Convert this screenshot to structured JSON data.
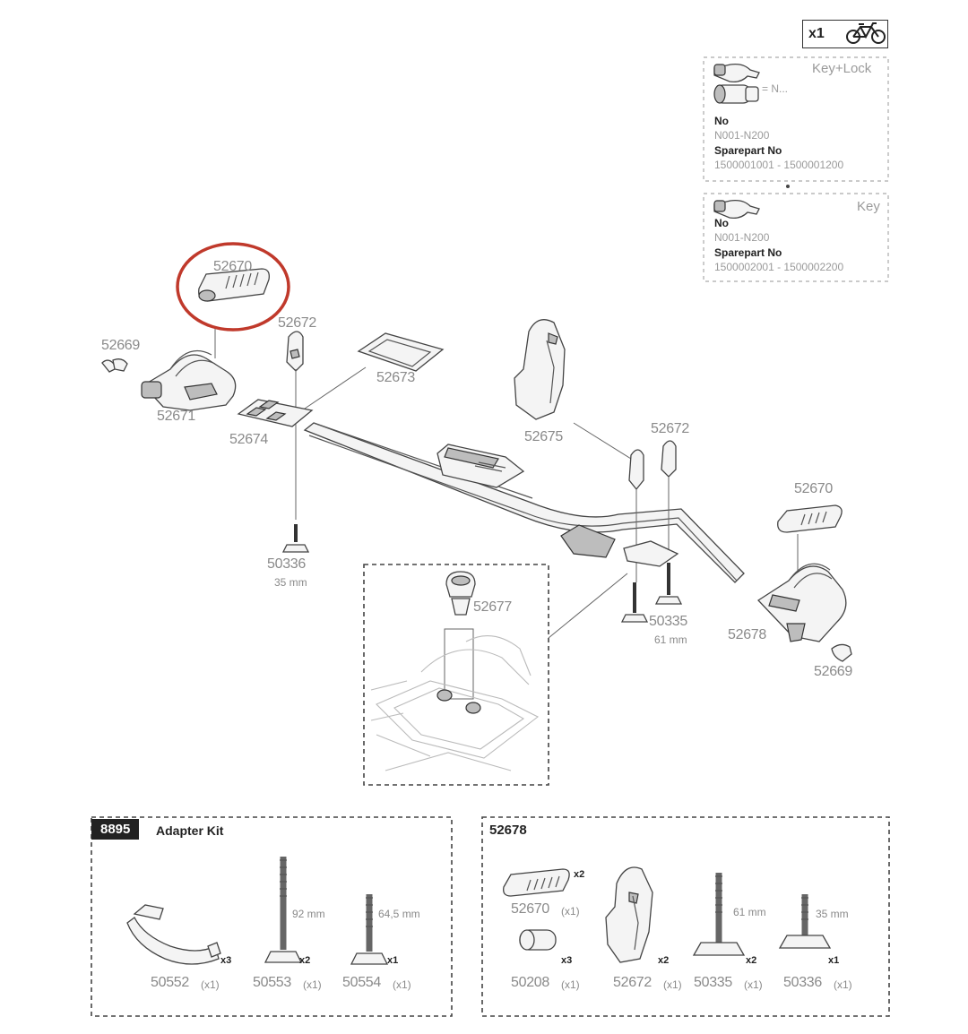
{
  "top_badge": {
    "qty": "x1",
    "icon": "bicycle-icon"
  },
  "key_lock_panel": {
    "title": "Key+Lock",
    "eq_text": "= N...",
    "no_label": "No",
    "no_value": "N001-N200",
    "spare_label": "Sparepart No",
    "spare_value": "1500001001 - 1500001200"
  },
  "key_panel": {
    "title": "Key",
    "no_label": "No",
    "no_value": "N001-N200",
    "spare_label": "Sparepart No",
    "spare_value": "1500002001 - 1500002200"
  },
  "parts": {
    "p52670_top": "52670",
    "p52672_a": "52672",
    "p52669_a": "52669",
    "p52673": "52673",
    "p52671": "52671",
    "p52674": "52674",
    "p52675": "52675",
    "p52672_b": "52672",
    "p52670_b": "52670",
    "p50336": "50336",
    "p50336_dim": "35 mm",
    "p52677": "52677",
    "p50335": "50335",
    "p50335_dim": "61 mm",
    "p52678": "52678",
    "p52669_b": "52669"
  },
  "adapter_kit": {
    "number": "8895",
    "title": "Adapter Kit",
    "items": [
      {
        "code": "50552",
        "suffix": "(x1)",
        "qty": "x3"
      },
      {
        "code": "50553",
        "suffix": "(x1)",
        "qty": "x2",
        "dim": "92 mm"
      },
      {
        "code": "50554",
        "suffix": "(x1)",
        "qty": "x1",
        "dim": "64,5 mm"
      }
    ]
  },
  "kit_52678": {
    "title": "52678",
    "items": [
      {
        "code": "52670",
        "suffix": "(x1)",
        "qty": "x2"
      },
      {
        "code": "50208",
        "suffix": "(x1)",
        "qty": "x3"
      },
      {
        "code": "52672",
        "suffix": "(x1)",
        "qty": "x2"
      },
      {
        "code": "50335",
        "suffix": "(x1)",
        "qty": "x2",
        "dim": "61 mm"
      },
      {
        "code": "50336",
        "suffix": "(x1)",
        "qty": "x1",
        "dim": "35 mm"
      }
    ]
  }
}
